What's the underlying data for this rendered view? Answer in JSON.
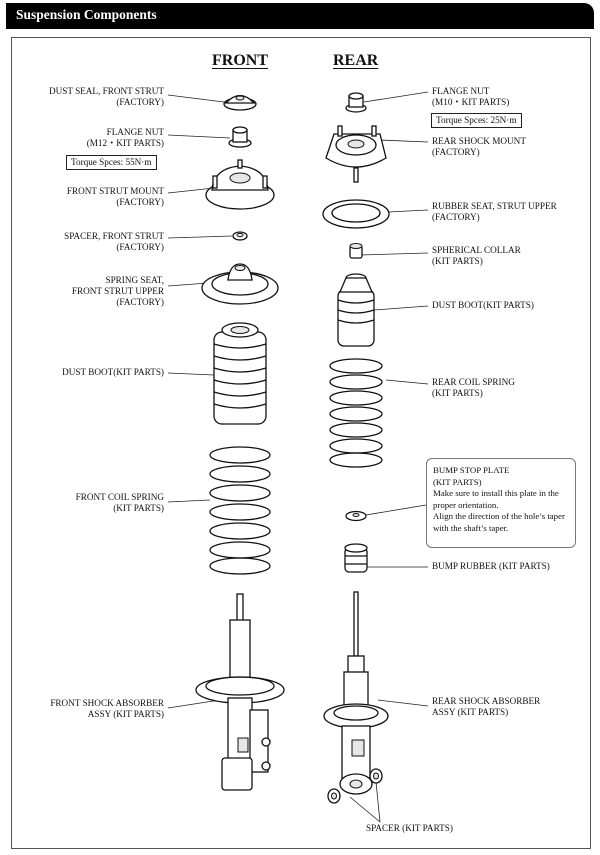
{
  "header": {
    "title": "Suspension Components"
  },
  "columns": {
    "front": "FRONT",
    "rear": "REAR"
  },
  "front": {
    "dust_seal": [
      "DUST SEAL, FRONT STRUT",
      "(FACTORY)"
    ],
    "flange_nut": [
      "FLANGE NUT",
      "(M12・KIT PARTS)"
    ],
    "torque": "Torque Spces: 55N·m",
    "strut_mount": [
      "FRONT STRUT MOUNT",
      "(FACTORY)"
    ],
    "spacer": [
      "SPACER, FRONT STRUT",
      "(FACTORY)"
    ],
    "spring_seat": [
      "SPRING SEAT,",
      "FRONT STRUT UPPER",
      "(FACTORY)"
    ],
    "dust_boot": [
      "DUST BOOT(KIT PARTS)"
    ],
    "coil_spring": [
      "FRONT COIL SPRING",
      "(KIT PARTS)"
    ],
    "shock": [
      "FRONT SHOCK ABSORBER",
      "ASSY (KIT PARTS)"
    ]
  },
  "rear": {
    "flange_nut": [
      "FLANGE NUT",
      "(M10・KIT PARTS)"
    ],
    "torque": "Torque Spces: 25N·m",
    "shock_mount": [
      "REAR SHOCK MOUNT",
      "(FACTORY)"
    ],
    "rubber_seat": [
      "RUBBER SEAT, STRUT UPPER",
      "(FACTORY)"
    ],
    "collar": [
      "SPHERICAL COLLAR",
      "(KIT PARTS)"
    ],
    "dust_boot": [
      "DUST BOOT(KIT PARTS)"
    ],
    "coil_spring": [
      "REAR COIL SPRING",
      "(KIT PARTS)"
    ],
    "bump_stop_note": [
      "BUMP STOP PLATE",
      "(KIT PARTS)",
      "Make sure to install this plate in the",
      "proper orientation.",
      "Align the direction of the hole’s taper",
      "with the shaft’s taper."
    ],
    "bump_rubber": [
      "BUMP RUBBER (KIT PARTS)"
    ],
    "shock": [
      "REAR SHOCK ABSORBER",
      "ASSY (KIT PARTS)"
    ],
    "spacer": [
      "SPACER (KIT PARTS)"
    ]
  }
}
